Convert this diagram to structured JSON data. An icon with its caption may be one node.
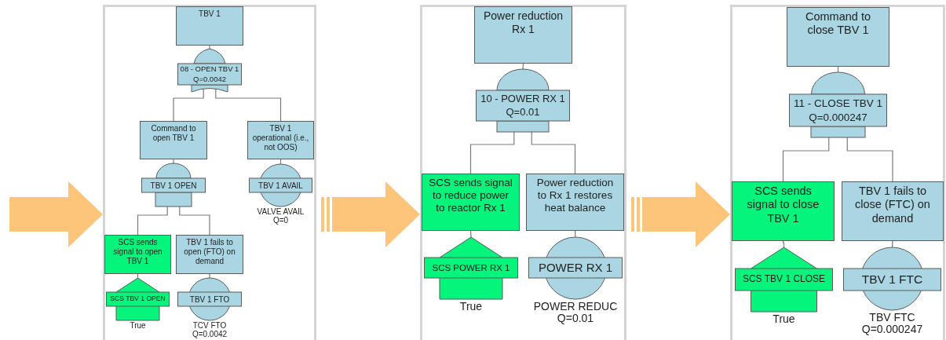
{
  "diagram": {
    "nodes": [
      {
        "text": [],
        "shape": "box"
      },
      {
        "text": [
          "TBV 1"
        ],
        "in": 0
      },
      {
        "text": [
          "08 - OPEN TBV 1",
          "Q=0.0042"
        ],
        "in": 0
      },
      {
        "text": [
          "Command to open TBV 1"
        ],
        "in": 0
      },
      {
        "text": [
          "TBV 1 operational (i.e., not OOS)"
        ],
        "in": 0
      },
      {
        "text": [
          "TBV 1 OPEN"
        ],
        "in": 0
      },
      {
        "text": [
          "TBV 1 AVAIL"
        ],
        "in": 0,
        "beside": [
          "VALVE AVAIL",
          "Q=0"
        ]
      },
      {
        "text": [
          "SCS sends signal to open TBV 1"
        ],
        "in": 0
      },
      {
        "text": [
          "TBV 1 fails to open (FTO) on demand"
        ],
        "in": 0
      },
      {
        "text": [
          "SCS TBV 1 OPEN"
        ],
        "in": 0,
        "beside": [
          "True"
        ]
      },
      {
        "text": [
          "TBV 1 FTO"
        ],
        "in": 0,
        "beside": [
          "TCV FTO",
          "Q=0.0042"
        ]
      },
      {
        "text": [],
        "shape": "box"
      },
      {
        "text": [
          "Power reduction Rx 1"
        ],
        "in": 11
      },
      {
        "text": [
          "10 - POWER RX 1",
          "Q=0.01"
        ],
        "in": 11
      },
      {
        "text": [
          "SCS sends signal to reduce power to reactor Rx 1"
        ],
        "in": 11
      },
      {
        "text": [
          "Power reduction to Rx 1 restores heat balance"
        ],
        "in": 11
      },
      {
        "text": [
          "SCS POWER RX 1"
        ],
        "in": 11,
        "beside": [
          "True"
        ]
      },
      {
        "text": [
          "POWER RX 1"
        ],
        "in": 11,
        "beside": [
          "POWER REDUC",
          "Q=0.01"
        ]
      },
      {
        "text": [],
        "shape": "box"
      },
      {
        "text": [
          "Command to close TBV 1"
        ],
        "in": 18
      },
      {
        "text": [
          "11 - CLOSE TBV 1",
          "Q=0.000247"
        ],
        "in": 18
      },
      {
        "text": [
          "SCS sends signal to close TBV 1"
        ],
        "in": 18
      },
      {
        "text": [
          "TBV 1 fails to close (FTC) on demand"
        ],
        "in": 18
      },
      {
        "text": [
          "SCS TBV 1 CLOSE"
        ],
        "in": 18,
        "beside": [
          "True"
        ]
      },
      {
        "text": [
          "TBV 1 FTC"
        ],
        "in": 18,
        "beside": [
          "TBV FTC",
          "Q=0.000247"
        ]
      }
    ],
    "edges": [
      {
        "from": null,
        "to": 0,
        "arrow": "to",
        "style": "thick",
        "color": "#fdc57a"
      },
      {
        "from": 0,
        "to": 11,
        "arrow": "to",
        "style": "thick",
        "color": "#fdc57a"
      },
      {
        "from": 11,
        "to": 18,
        "arrow": "to",
        "style": "thick",
        "color": "#fdc57a"
      },
      {
        "from": 1,
        "to": 2,
        "arrow": "none"
      },
      {
        "from": 2,
        "to": 3,
        "arrow": "none"
      },
      {
        "from": 2,
        "to": 4,
        "arrow": "none"
      },
      {
        "from": 3,
        "to": 5,
        "arrow": "none"
      },
      {
        "from": 4,
        "to": 6,
        "arrow": "none"
      },
      {
        "from": 5,
        "to": 7,
        "arrow": "none"
      },
      {
        "from": 5,
        "to": 8,
        "arrow": "none"
      },
      {
        "from": 7,
        "to": 9,
        "arrow": "none"
      },
      {
        "from": 8,
        "to": 10,
        "arrow": "none"
      },
      {
        "from": 12,
        "to": 13,
        "arrow": "none"
      },
      {
        "from": 13,
        "to": 14,
        "arrow": "none"
      },
      {
        "from": 13,
        "to": 15,
        "arrow": "none"
      },
      {
        "from": 14,
        "to": 16,
        "arrow": "none"
      },
      {
        "from": 15,
        "to": 17,
        "arrow": "none"
      },
      {
        "from": 19,
        "to": 20,
        "arrow": "none"
      },
      {
        "from": 20,
        "to": 21,
        "arrow": "none"
      },
      {
        "from": 20,
        "to": 22,
        "arrow": "none"
      },
      {
        "from": 21,
        "to": 23,
        "arrow": "none"
      },
      {
        "from": 22,
        "to": 24,
        "arrow": "none"
      }
    ]
  }
}
